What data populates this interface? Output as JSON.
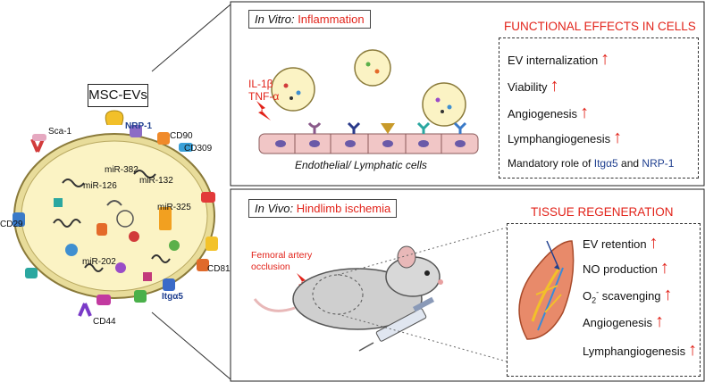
{
  "msc": {
    "title": "MSC-EVs",
    "markers": [
      "Sca-1",
      "NRP-1",
      "CD90",
      "CD309",
      "CD29",
      "CD81",
      "CD44",
      "Itgα5"
    ],
    "mirnas": [
      "miR-382",
      "miR-126",
      "miR-132",
      "miR-325",
      "miR-202"
    ]
  },
  "invitro": {
    "prefix": "In Vitro:",
    "condition": "Inflammation",
    "stimulus_1": "IL-1β",
    "stimulus_2": "TNF-α",
    "cells_label": "Endothelial/ Lymphatic cells",
    "effects_header": "FUNCTIONAL EFFECTS IN CELLS",
    "effects": [
      "EV internalization",
      "Viability",
      "Angiogenesis",
      "Lymphangiogenesis"
    ],
    "arrow_glyph": "↑",
    "mandatory_prefix": "Mandatory role of",
    "mandatory_itga5": "Itgα5",
    "mandatory_and": "and",
    "mandatory_nrp1": "NRP-1"
  },
  "invivo": {
    "prefix": "In Vivo:",
    "condition": "Hindlimb ischemia",
    "occlusion_1": "Femoral artery",
    "occlusion_2": "occlusion",
    "regen_header": "TISSUE REGENERATION",
    "effects": [
      "EV retention",
      "NO production",
      "scavenging",
      "Angiogenesis",
      "Lymphangiogenesis"
    ],
    "o2_base": "O",
    "o2_sub": "2",
    "o2_sup": "-"
  },
  "colors": {
    "accent_red": "#e2231a",
    "marker_blue": "#1f3f8f",
    "vesicle_fill": "#fbf3c4",
    "cell_pink": "#f1c6c6"
  }
}
